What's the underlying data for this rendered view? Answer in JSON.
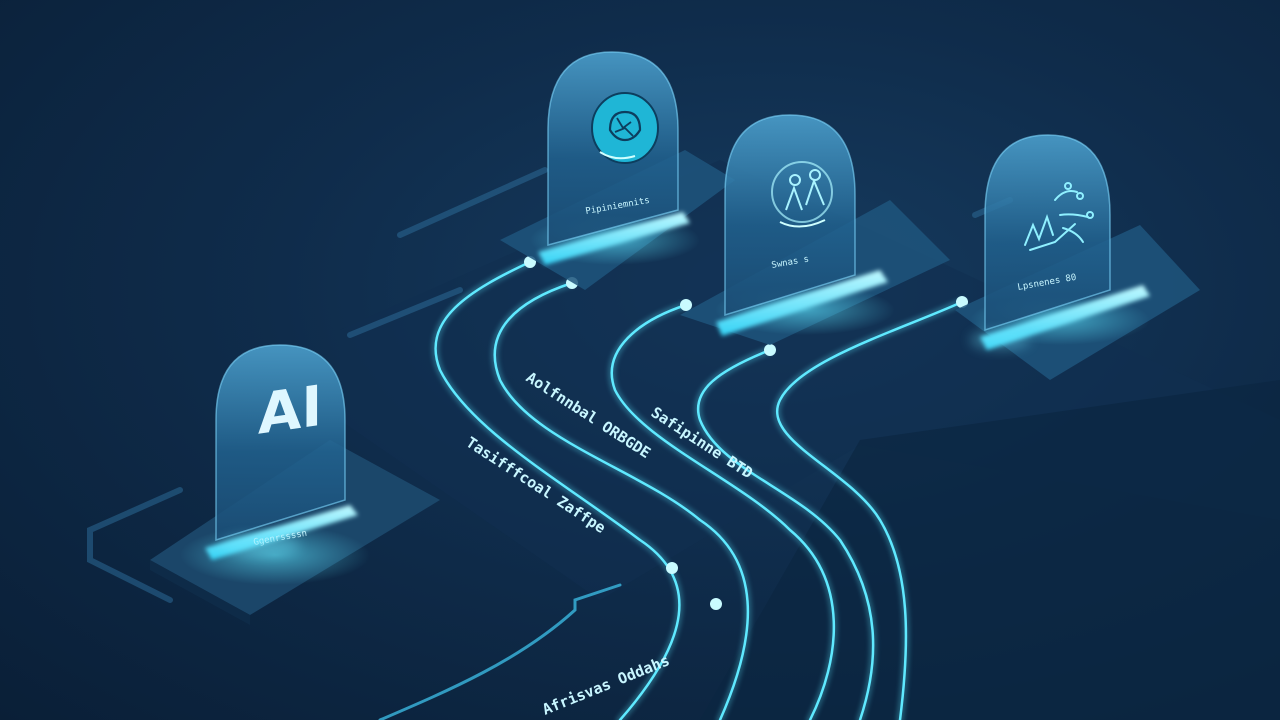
{
  "cards": [
    {
      "id": "ai",
      "big_text": "AI",
      "caption": "Ggenrssssn",
      "icon": "ai-text-icon"
    },
    {
      "id": "brain",
      "caption": "Pipiniemnits",
      "icon": "brain-icon"
    },
    {
      "id": "team",
      "caption": "Swnas s",
      "icon": "people-icon"
    },
    {
      "id": "circuit",
      "caption": "Lpsnenes 80",
      "icon": "circuit-hand-icon"
    }
  ],
  "track_labels": [
    "Aolfnnbal ORBGDE",
    "Tasifffcoal Zaffpe",
    "Safipinne BTD",
    "Afrisvas  Oddahs"
  ],
  "colors": {
    "background": "#0f2c4b",
    "accent": "#5fe9ff",
    "glow": "#29c8f0",
    "panel": "#1b4a70"
  }
}
